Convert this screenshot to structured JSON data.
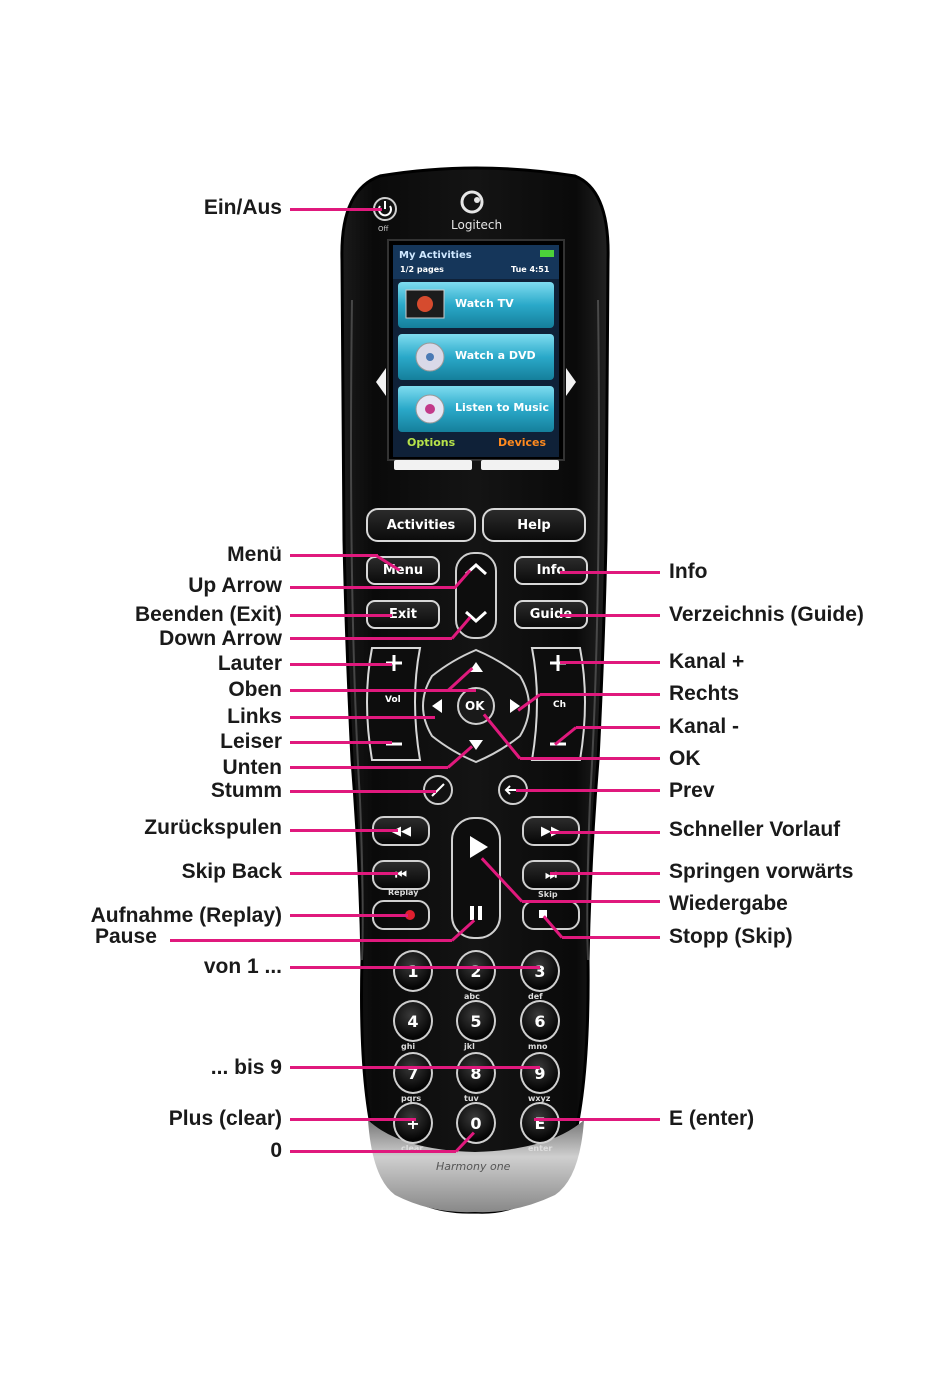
{
  "remote": {
    "brand": "Logitech",
    "model": "Harmony one",
    "power_sub": "Off",
    "screen": {
      "header": "My Activities",
      "pages": "1/2 pages",
      "time": "Tue 4:51",
      "items": [
        "Watch TV",
        "Watch a DVD",
        "Listen to Music"
      ],
      "options": "Options",
      "devices": "Devices"
    },
    "buttons": {
      "activities": "Activities",
      "help": "Help",
      "menu": "Menu",
      "info": "Info",
      "exit": "Exit",
      "guide": "Guide",
      "vol": "Vol",
      "ch": "Ch",
      "ok": "OK",
      "replay": "Replay",
      "skip": "Skip"
    },
    "keypad": [
      {
        "digit": "1",
        "sub": ""
      },
      {
        "digit": "2",
        "sub": "abc"
      },
      {
        "digit": "3",
        "sub": "def"
      },
      {
        "digit": "4",
        "sub": "ghi"
      },
      {
        "digit": "5",
        "sub": "jkl"
      },
      {
        "digit": "6",
        "sub": "mno"
      },
      {
        "digit": "7",
        "sub": "pqrs"
      },
      {
        "digit": "8",
        "sub": "tuv"
      },
      {
        "digit": "9",
        "sub": "wxyz"
      },
      {
        "digit": "+",
        "sub": "clear"
      },
      {
        "digit": "0",
        "sub": ""
      },
      {
        "digit": "E",
        "sub": "enter"
      }
    ]
  },
  "labels_left": [
    "Ein/Aus",
    "Menü",
    "Up Arrow",
    "Beenden (Exit)",
    "Down Arrow",
    "Lauter",
    "Oben",
    "Links",
    "Leiser",
    "Unten",
    "Stumm",
    "Zurückspulen",
    "Skip Back",
    "Aufnahme (Replay)",
    "Pause",
    "von 1 ...",
    "... bis 9",
    "Plus (clear)",
    "0"
  ],
  "labels_right": [
    "Info",
    "Verzeichnis (Guide)",
    "Kanal +",
    "Rechts",
    "Kanal -",
    "OK",
    "Prev",
    "Schneller Vorlauf",
    "Springen vorwärts",
    "Wiedergabe",
    "Stopp (Skip)",
    "E (enter)"
  ],
  "colors": {
    "leader": "#e0197d",
    "screen_button": "#2fb7d6",
    "options": "#b6e34a",
    "devices": "#ff8a1e"
  }
}
